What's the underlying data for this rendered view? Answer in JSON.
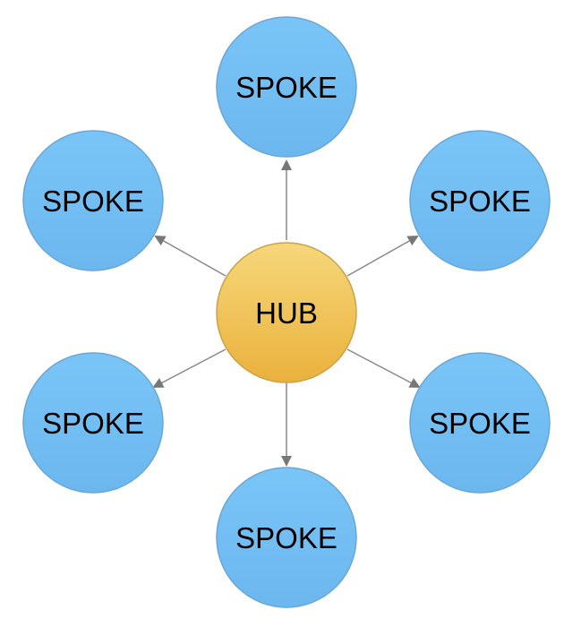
{
  "diagram": {
    "hub": {
      "label": "HUB"
    },
    "spokes": [
      {
        "label": "SPOKE"
      },
      {
        "label": "SPOKE"
      },
      {
        "label": "SPOKE"
      },
      {
        "label": "SPOKE"
      },
      {
        "label": "SPOKE"
      },
      {
        "label": "SPOKE"
      }
    ],
    "colors": {
      "hub_top": "#f6d77a",
      "hub_bottom": "#eab13c",
      "hub_stroke": "#c9a24c",
      "spoke_fill": "#75c2f6",
      "spoke_stroke": "#5b9bd0",
      "arrow": "#777777"
    }
  }
}
